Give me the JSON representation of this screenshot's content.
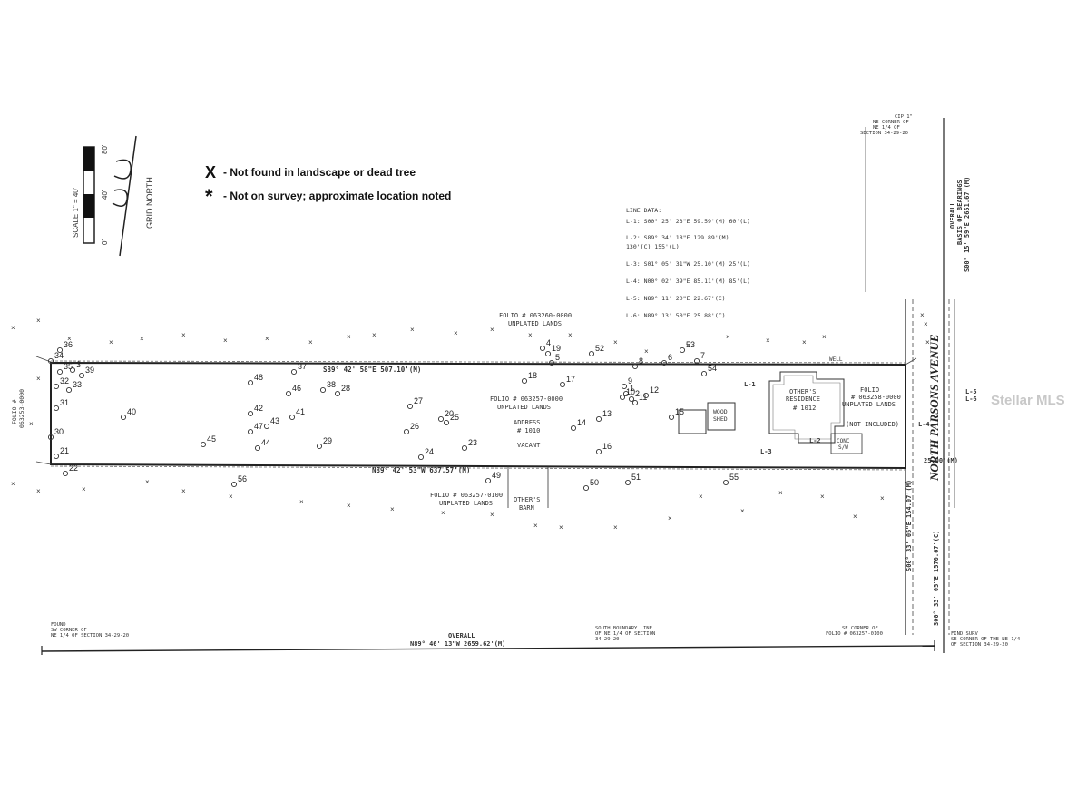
{
  "legend": {
    "x_note": "- Not found in landscape or dead tree",
    "star_note": "- Not on survey; approximate location noted"
  },
  "scale": {
    "label": "SCALE 1\" = 40'",
    "ticks": [
      "0'",
      "40'",
      "80'"
    ],
    "north": "GRID NORTH"
  },
  "line_data": {
    "title": "LINE DATA:",
    "lines": [
      "L-1:  S00° 25' 23\"E 59.59'(M) 60'(L)",
      "L-2:  S89° 34' 18\"E 129.89'(M)",
      "      130'(C) 155'(L)",
      "L-3:  S01° 05' 31\"W 25.10'(M) 25'(L)",
      "L-4:  N00° 02' 39\"E 85.11'(M) 85'(L)",
      "L-5:  N89° 11' 20\"E 22.67'(C)",
      "L-6:  N89° 13' 50\"E 25.88'(C)"
    ]
  },
  "bearings": {
    "north_line": "S89° 42' 58\"E 507.10'(M)",
    "south_line": "N89° 42' 53\"W 637.57'(M)",
    "overall_bottom": "N89° 46' 13\"W 2659.62'(M)",
    "overall_label": "OVERALL",
    "right_overall": "S00° 15' 59\"E 2651.67'(M)",
    "right_lower": "S00° 33' 05\"E 1570.67'(C)",
    "right_mid": "S00° 33' 05\"E 154.07'(M)",
    "basis": "BASIS OF BEARINGS",
    "overall_right_label": "OVERALL",
    "right_dist": "25.00'(M)"
  },
  "street": "NORTH PARSONS AVENUE",
  "parcels": {
    "north": [
      "FOLIO # 063260-0000",
      "UNPLATED LANDS"
    ],
    "middle": [
      "FOLIO # 063257-0000",
      "UNPLATED LANDS"
    ],
    "south": [
      "FOLIO # 063257-0100",
      "UNPLATED LANDS"
    ],
    "east": [
      "FOLIO",
      "# 063258-0000",
      "UNPLATED LANDS"
    ],
    "west": [
      "FOLIO #",
      "063253-0000"
    ]
  },
  "address": [
    "ADDRESS",
    "# 1010",
    "VACANT"
  ],
  "residence": [
    "OTHER'S",
    "RESIDENCE",
    "# 1012"
  ],
  "not_included": "(NOT INCLUDED)",
  "barn": [
    "OTHER'S",
    "BARN"
  ],
  "wood_shed": [
    "WOOD",
    "SHED"
  ],
  "conc": [
    "CONC",
    "S/W"
  ],
  "well": "WELL",
  "watermark": "Stellar MLS",
  "corners": {
    "ne": [
      "CIP 1\"",
      "NE CORNER OF",
      "NE 1/4 OF",
      "SECTION 34-29-20"
    ],
    "sw": [
      "FOUND",
      "SW CORNER OF",
      "NE 1/4 OF SECTION 34-29-20"
    ],
    "south_boundary": [
      "SOUTH BOUNDARY LINE",
      "OF NE 1/4 OF SECTION",
      "34-29-20"
    ],
    "se": [
      "SE CORNER OF",
      "FOLIO # 063257-0100"
    ],
    "far_se": [
      "FIND SURV",
      "SE CORNER OF THE NE 1/4",
      "OF SECTION 34-29-20"
    ]
  },
  "tree_numbers": [
    "1",
    "2",
    "3",
    "4",
    "5",
    "6",
    "7",
    "8",
    "9",
    "10",
    "11",
    "12",
    "13",
    "14",
    "15",
    "16",
    "17",
    "18",
    "19",
    "20",
    "21",
    "22",
    "23",
    "24",
    "25",
    "26",
    "27",
    "28",
    "29",
    "30",
    "31",
    "32",
    "33",
    "34",
    "35",
    "36",
    "37",
    "38",
    "39",
    "40",
    "41",
    "42",
    "43",
    "44",
    "45",
    "46",
    "47",
    "48",
    "49",
    "50",
    "51",
    "52",
    "53",
    "54",
    "55",
    "56"
  ],
  "line_tags": [
    "L-1",
    "L-2",
    "L-3",
    "L-4",
    "L-5",
    "L-6"
  ]
}
